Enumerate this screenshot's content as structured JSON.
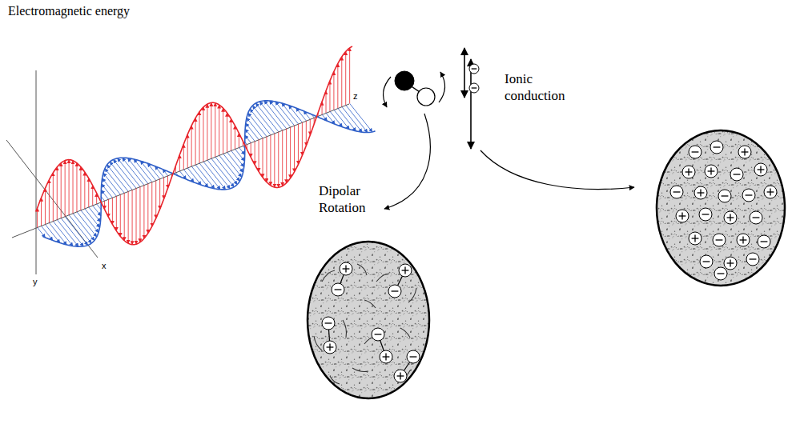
{
  "diagram": {
    "labels": [
      "Electromagnetic energy",
      "z",
      "x",
      "y",
      "Dipolar Rotation",
      "Ionic conduction"
    ]
  }
}
